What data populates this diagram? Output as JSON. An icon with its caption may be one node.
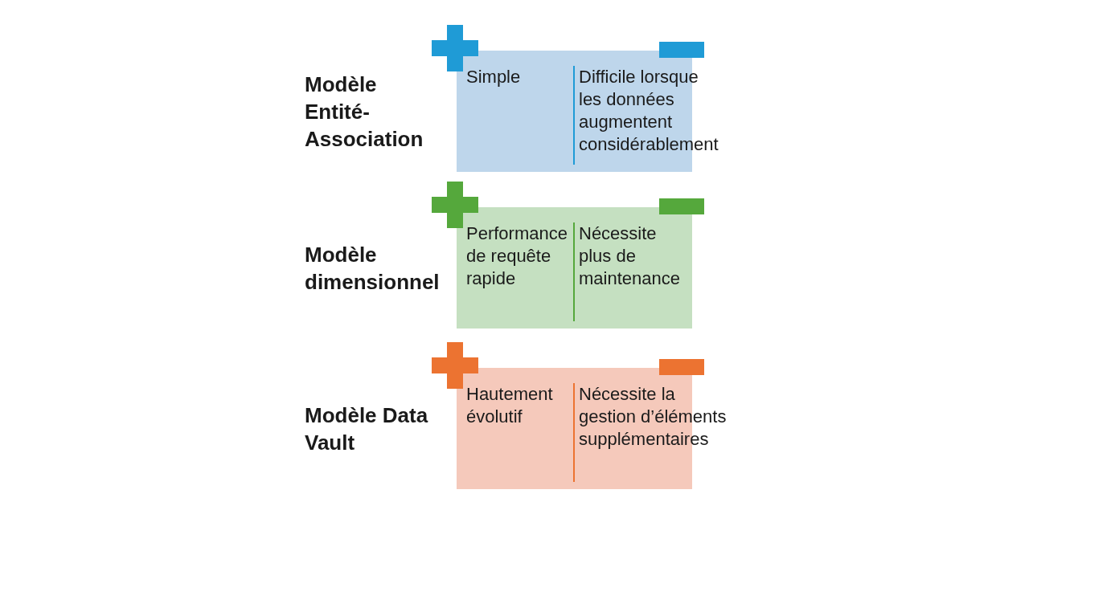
{
  "diagram": {
    "nodes": [
      {
        "text": [
          "Modèle Entité-Association",
          "Simple",
          "Difficile lorsque les données augmentent considérablement"
        ]
      },
      {
        "text": [
          "Modèle dimensionnel",
          "Performance de requête rapide",
          "Nécessite plus de maintenance"
        ]
      },
      {
        "text": [
          "Modèle Data Vault",
          "Hautement évolutif",
          "Nécessite la gestion d’éléments supplémentaires"
        ]
      }
    ]
  }
}
